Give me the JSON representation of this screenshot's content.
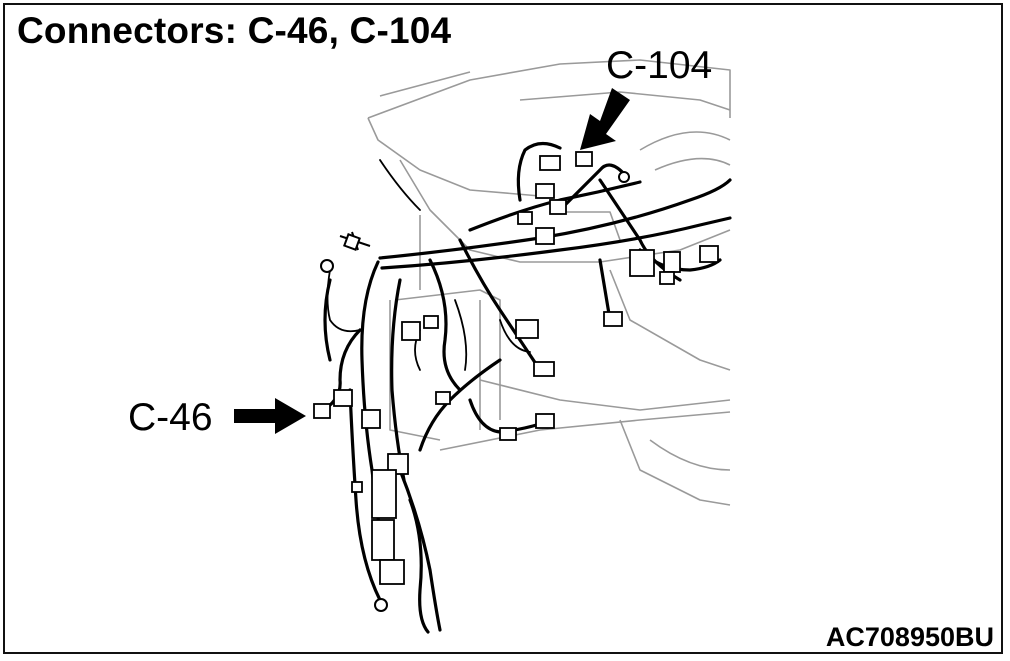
{
  "title": "Connectors: C-46, C-104",
  "callouts": {
    "c104": "C-104",
    "c46": "C-46"
  },
  "figure_code": "AC708950BU",
  "icons": {
    "arrow_c104": "arrow-down-left-icon",
    "arrow_c46": "arrow-right-icon"
  },
  "colors": {
    "line": "#000000",
    "outline": "#9a9a9a",
    "background": "#ffffff"
  }
}
